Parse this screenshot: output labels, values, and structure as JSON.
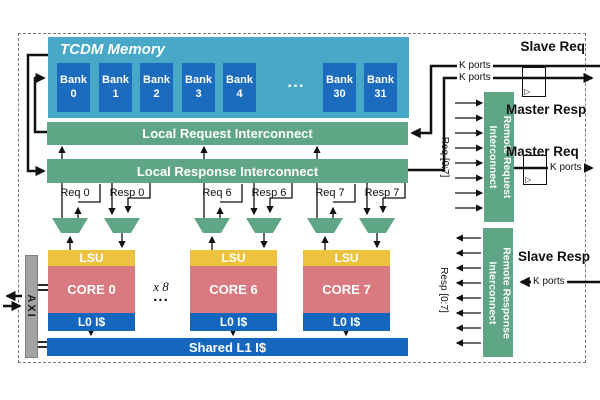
{
  "tcdm": {
    "title": "TCDM Memory",
    "banks": [
      {
        "label": "Bank",
        "num": "0"
      },
      {
        "label": "Bank",
        "num": "1"
      },
      {
        "label": "Bank",
        "num": "2"
      },
      {
        "label": "Bank",
        "num": "3"
      },
      {
        "label": "Bank",
        "num": "4"
      },
      {
        "label": "Bank",
        "num": "30"
      },
      {
        "label": "Bank",
        "num": "31"
      }
    ],
    "bank_ellipsis": "..."
  },
  "interconnects": {
    "local_request": "Local Request Interconnect",
    "local_response": "Local Response Interconnect",
    "remote_request_line1": "Remote Request",
    "remote_request_line2": "Interconnect",
    "remote_response_line1": "Remote Response",
    "remote_response_line2": "Interconnect"
  },
  "cores": [
    {
      "name": "CORE 0",
      "lsu": "LSU",
      "l0": "L0 I$",
      "req_label": "Req 0",
      "resp_label": "Resp 0"
    },
    {
      "name": "CORE 6",
      "lsu": "LSU",
      "l0": "L0 I$",
      "req_label": "Req 6",
      "resp_label": "Resp 6"
    },
    {
      "name": "CORE 7",
      "lsu": "LSU",
      "l0": "L0 I$",
      "req_label": "Req 7",
      "resp_label": "Resp 7"
    }
  ],
  "core_ellipsis": {
    "x8": "x 8",
    "dots": "..."
  },
  "shared_l1": "Shared L1 I$",
  "axi": "AXI",
  "bundles": {
    "req": "Req [0:7]",
    "resp": "Resp [0:7]"
  },
  "ports": {
    "slave_req": "Slave Req",
    "master_resp": "Master Resp",
    "master_req": "Master Req",
    "slave_resp": "Slave Resp",
    "k_ports": "K ports"
  },
  "icons": {
    "clock_triangle": "▷"
  },
  "colors": {
    "tcdm_teal": "#47a9c7",
    "bank_blue": "#1b6cbf",
    "cache_blue": "#1566be",
    "interconnect_green": "#5fa687",
    "core_red": "#d97a80",
    "lsu_yellow": "#ecc23f",
    "axi_gray": "#a3a3a3",
    "wire_black": "#111111"
  }
}
